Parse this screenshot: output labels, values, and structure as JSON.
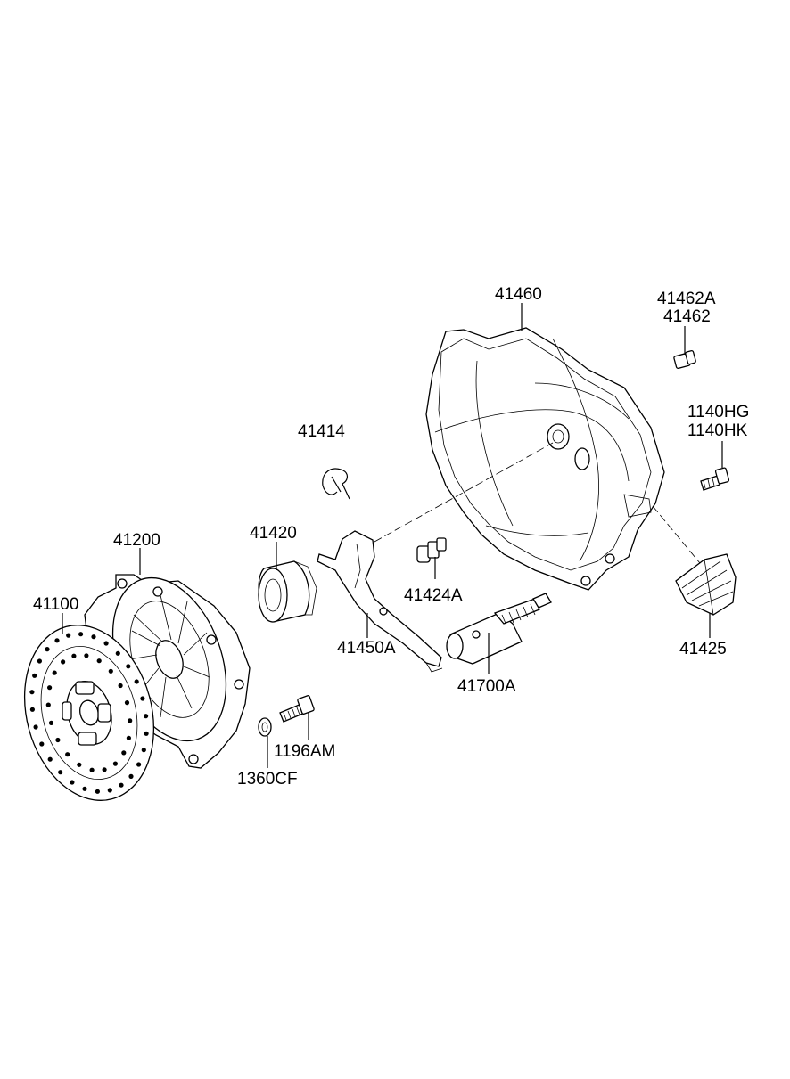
{
  "labels": {
    "l41460": "41460",
    "l41462a": "41462A",
    "l41462": "41462",
    "l1140hg": "1140HG",
    "l1140hk": "1140HK",
    "l41414": "41414",
    "l41200": "41200",
    "l41420": "41420",
    "l41424a": "41424A",
    "l41100": "41100",
    "l41450a": "41450A",
    "l41700a": "41700A",
    "l41425": "41425",
    "l1196am": "1196AM",
    "l1360cf": "1360CF"
  }
}
